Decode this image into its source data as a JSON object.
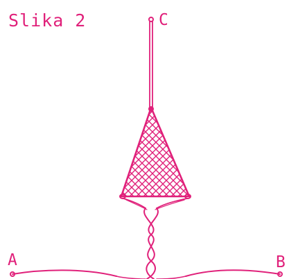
{
  "figure": {
    "caption": "Slika 2",
    "ink_color": "#e0207a"
  },
  "terminals": {
    "a_label": "A",
    "b_label": "B",
    "c_label": "C"
  }
}
